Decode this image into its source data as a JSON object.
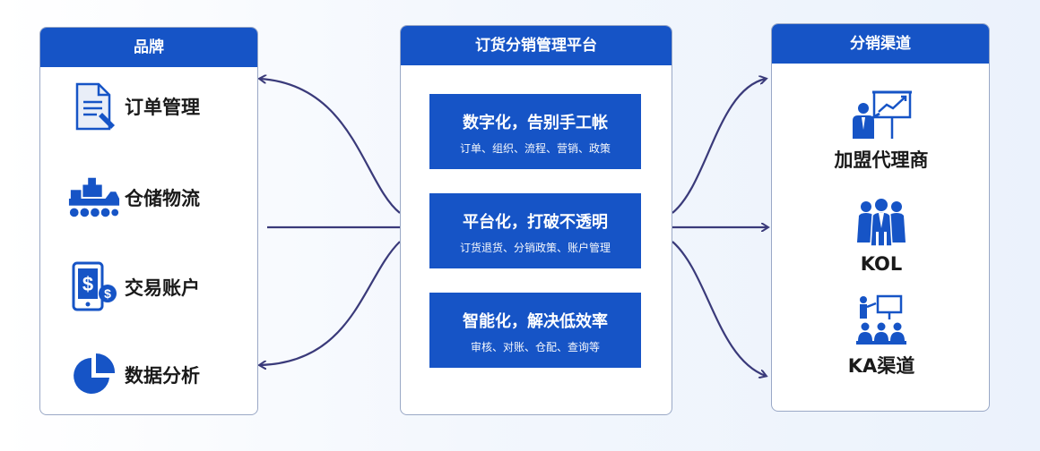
{
  "brand_panel": {
    "title": "品牌",
    "items": [
      {
        "label": "订单管理",
        "icon": "document-icon"
      },
      {
        "label": "仓储物流",
        "icon": "warehouse-truck-icon"
      },
      {
        "label": "交易账户",
        "icon": "payment-account-icon"
      },
      {
        "label": "数据分析",
        "icon": "pie-chart-icon"
      }
    ]
  },
  "platform_panel": {
    "title": "订货分销管理平台",
    "features": [
      {
        "title": "数字化，告别手工帐",
        "subtitle": "订单、组织、流程、营销、政策"
      },
      {
        "title": "平台化，打破不透明",
        "subtitle": "订货退货、分销政策、账户管理"
      },
      {
        "title": "智能化，解决低效率",
        "subtitle": "审核、对账、仓配、查询等"
      }
    ]
  },
  "channel_panel": {
    "title": "分销渠道",
    "items": [
      {
        "label": "加盟代理商",
        "icon": "presenter-chart-icon"
      },
      {
        "label": "KOL",
        "icon": "group-people-icon"
      },
      {
        "label": "KA渠道",
        "icon": "training-audience-icon"
      }
    ]
  },
  "colors": {
    "accent": "#1654c6",
    "arrow": "#3a3a7a",
    "border": "#9aa8c6"
  }
}
